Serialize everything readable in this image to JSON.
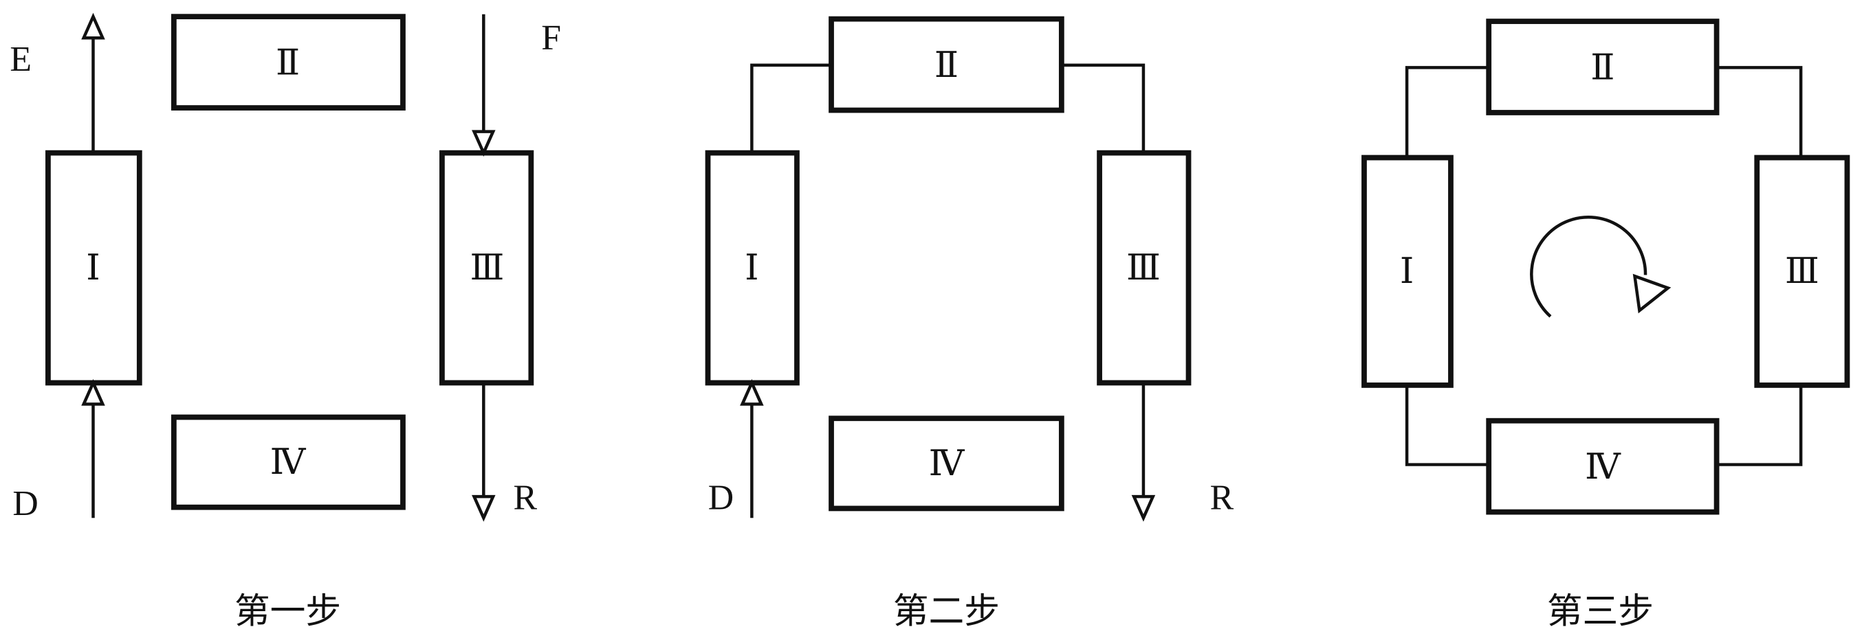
{
  "numerals": {
    "one": "Ⅰ",
    "two": "Ⅱ",
    "three": "Ⅲ",
    "four": "Ⅳ"
  },
  "panels": [
    {
      "caption": "第一步",
      "labels": {
        "E": "E",
        "F": "F",
        "D": "D",
        "R": "R"
      }
    },
    {
      "caption": "第二步",
      "labels": {
        "D": "D",
        "R": "R"
      }
    },
    {
      "caption": "第三步"
    }
  ]
}
